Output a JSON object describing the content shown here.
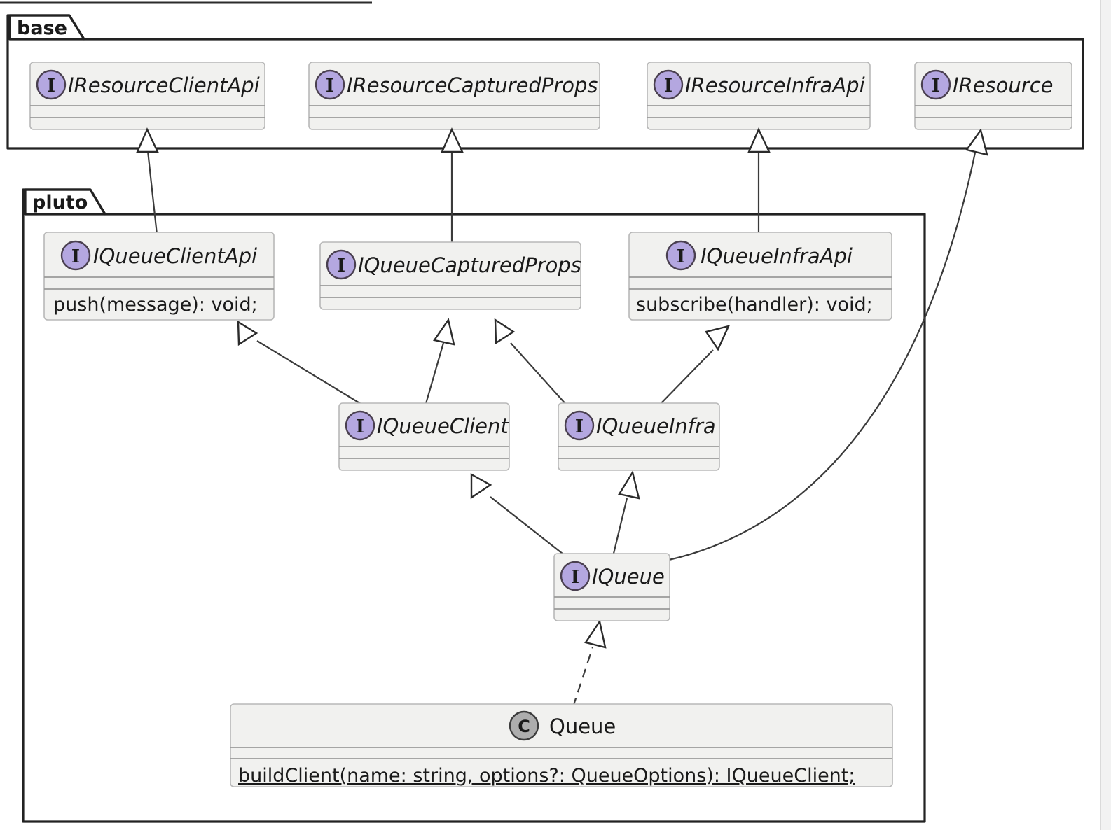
{
  "diagram": {
    "kind": "uml-class-diagram",
    "title": "",
    "colors": {
      "interface_icon_fill": "#b4a7e0",
      "class_icon_fill": "#adadad",
      "box_fill": "#f1f1ef",
      "box_border": "#b8b8b8",
      "package_border": "#222222",
      "link_stroke": "#3b3b3b",
      "canvas": "#ffffff"
    },
    "packages": [
      {
        "name": "base",
        "label": "base",
        "classes": [
          {
            "id": "IResourceClientApi",
            "name": "IResourceClientApi",
            "stereotype": "interface",
            "icon": "interface-i-icon",
            "attributes": [],
            "methods": []
          },
          {
            "id": "IResourceCapturedProps",
            "name": "IResourceCapturedProps",
            "stereotype": "interface",
            "icon": "interface-i-icon",
            "attributes": [],
            "methods": []
          },
          {
            "id": "IResourceInfraApi",
            "name": "IResourceInfraApi",
            "stereotype": "interface",
            "icon": "interface-i-icon",
            "attributes": [],
            "methods": []
          },
          {
            "id": "IResource",
            "name": "IResource",
            "stereotype": "interface",
            "icon": "interface-i-icon",
            "attributes": [],
            "methods": []
          }
        ]
      },
      {
        "name": "pluto",
        "label": "pluto",
        "classes": [
          {
            "id": "IQueueClientApi",
            "name": "IQueueClientApi",
            "stereotype": "interface",
            "icon": "interface-i-icon",
            "attributes": [],
            "methods": [
              "push(message): void;"
            ]
          },
          {
            "id": "IQueueCapturedProps",
            "name": "IQueueCapturedProps",
            "stereotype": "interface",
            "icon": "interface-i-icon",
            "attributes": [],
            "methods": []
          },
          {
            "id": "IQueueInfraApi",
            "name": "IQueueInfraApi",
            "stereotype": "interface",
            "icon": "interface-i-icon",
            "attributes": [],
            "methods": [
              "subscribe(handler): void;"
            ]
          },
          {
            "id": "IQueueClient",
            "name": "IQueueClient",
            "stereotype": "interface",
            "icon": "interface-i-icon",
            "attributes": [],
            "methods": []
          },
          {
            "id": "IQueueInfra",
            "name": "IQueueInfra",
            "stereotype": "interface",
            "icon": "interface-i-icon",
            "attributes": [],
            "methods": []
          },
          {
            "id": "IQueue",
            "name": "IQueue",
            "stereotype": "interface",
            "icon": "interface-i-icon",
            "attributes": [],
            "methods": []
          },
          {
            "id": "Queue",
            "name": "Queue",
            "stereotype": "class",
            "icon": "class-c-icon",
            "attributes": [],
            "methods": [
              "buildClient(name: string, options?: QueueOptions): IQueueClient;"
            ],
            "method_static": true
          }
        ]
      }
    ],
    "relations": [
      {
        "from": "IQueueClientApi",
        "to": "IResourceClientApi",
        "type": "generalization",
        "style": "solid"
      },
      {
        "from": "IQueueCapturedProps",
        "to": "IResourceCapturedProps",
        "type": "generalization",
        "style": "solid"
      },
      {
        "from": "IQueueInfraApi",
        "to": "IResourceInfraApi",
        "type": "generalization",
        "style": "solid"
      },
      {
        "from": "IQueue",
        "to": "IResource",
        "type": "generalization",
        "style": "solid"
      },
      {
        "from": "IQueueClient",
        "to": "IQueueClientApi",
        "type": "generalization",
        "style": "solid"
      },
      {
        "from": "IQueueClient",
        "to": "IQueueCapturedProps",
        "type": "generalization",
        "style": "solid"
      },
      {
        "from": "IQueueInfra",
        "to": "IQueueCapturedProps",
        "type": "generalization",
        "style": "solid"
      },
      {
        "from": "IQueueInfra",
        "to": "IQueueInfraApi",
        "type": "generalization",
        "style": "solid"
      },
      {
        "from": "IQueue",
        "to": "IQueueClient",
        "type": "generalization",
        "style": "solid"
      },
      {
        "from": "IQueue",
        "to": "IQueueInfra",
        "type": "generalization",
        "style": "solid"
      },
      {
        "from": "Queue",
        "to": "IQueue",
        "type": "realization",
        "style": "dashed"
      }
    ]
  },
  "icons": {
    "interface_glyph": "I",
    "class_glyph": "C"
  }
}
